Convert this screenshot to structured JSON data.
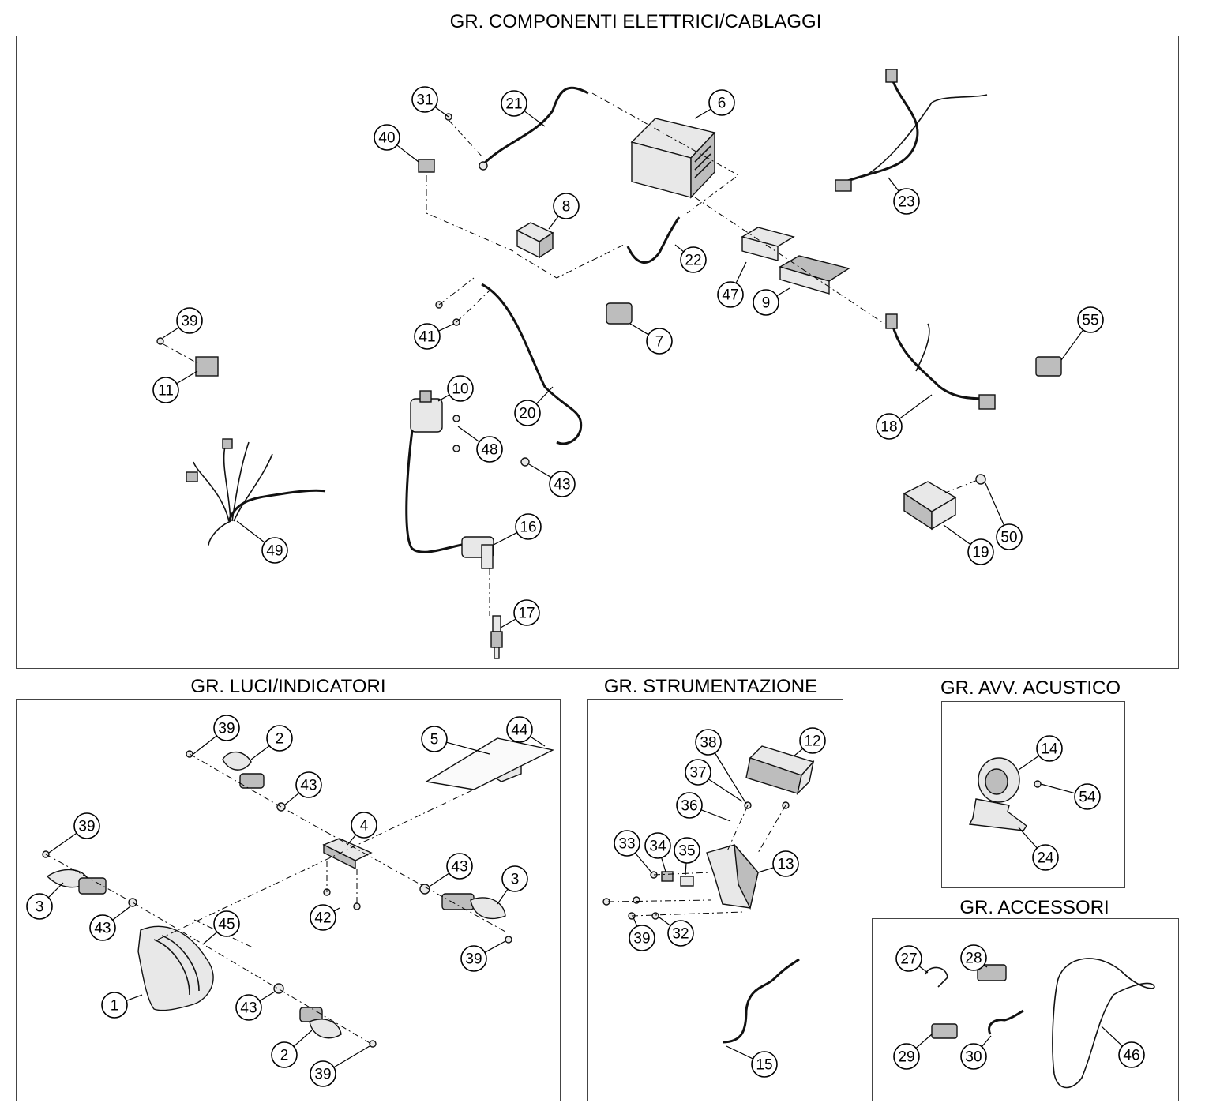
{
  "sections": {
    "electrical": "GR. COMPONENTI ELETTRICI/CABLAGGI",
    "lights": "GR. LUCI/INDICATORI",
    "instruments": "GR. STRUMENTAZIONE",
    "horn": "GR. AVV. ACUSTICO",
    "accessories": "GR. ACCESSORI"
  },
  "callouts": {
    "electrical": [
      "31",
      "21",
      "6",
      "40",
      "8",
      "22",
      "23",
      "47",
      "9",
      "41",
      "7",
      "55",
      "39",
      "11",
      "10",
      "20",
      "48",
      "18",
      "43",
      "49",
      "16",
      "19",
      "50",
      "17"
    ],
    "lights": [
      "39",
      "2",
      "5",
      "44",
      "43",
      "4",
      "39",
      "3",
      "43",
      "3",
      "43",
      "42",
      "45",
      "39",
      "1",
      "43",
      "2",
      "39"
    ],
    "instruments": [
      "38",
      "12",
      "37",
      "36",
      "33",
      "34",
      "35",
      "13",
      "39",
      "32",
      "15"
    ],
    "horn": [
      "14",
      "54",
      "24"
    ],
    "accessories": [
      "27",
      "28",
      "29",
      "30",
      "46"
    ]
  }
}
